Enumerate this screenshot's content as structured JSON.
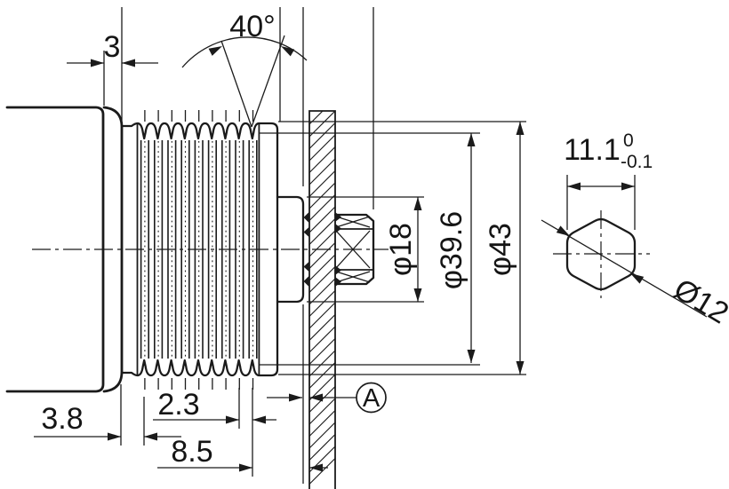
{
  "drawing": {
    "view_main": {
      "dim_flange_width": "3",
      "dim_groove_angle": "40°",
      "dim_offset_3_8": "3.8",
      "dim_pitch_2_3": "2.3",
      "dim_span_8_5": "8.5",
      "dim_dia_18": "φ18",
      "dim_dia_39_6": "φ39.6",
      "dim_dia_43": "φ43",
      "datum_label": "A"
    },
    "view_hex": {
      "dim_across_flats": "11.1",
      "tol_upper": "0",
      "tol_lower": "-0.1",
      "dim_across_corners": "Ø12"
    }
  }
}
